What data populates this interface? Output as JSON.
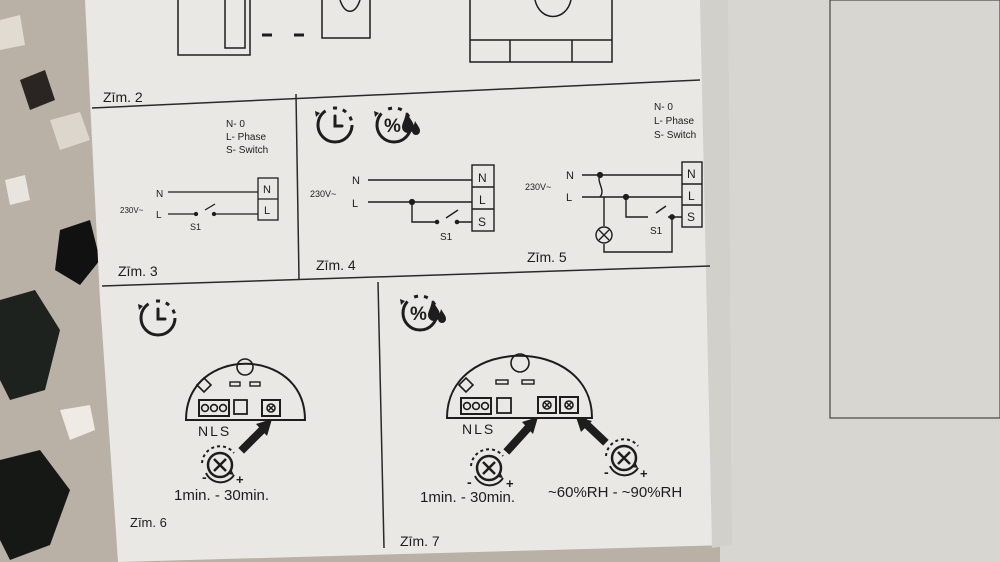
{
  "colors": {
    "paper": "#e9e8e4",
    "ink": "#1d1d1d",
    "stone": "#b9b0a6",
    "shadow": "#a9a59e"
  },
  "figures": {
    "fig2": "Zīm. 2",
    "fig3": "Zīm. 3",
    "fig4": "Zīm. 4",
    "fig5": "Zīm. 5",
    "fig6": "Zīm. 6",
    "fig7": "Zīm. 7"
  },
  "legend": {
    "n": "N- 0",
    "l": "L- Phase",
    "s": "S- Switch"
  },
  "wiring": {
    "voltage": "230V~",
    "n": "N",
    "l": "L",
    "s": "S",
    "switch": "S1"
  },
  "board": {
    "terminals": "NLS",
    "minus": "-",
    "plus": "+"
  },
  "ranges": {
    "fig6_time": "1min.  - 30min.",
    "fig7_time": "1min.  - 30min.",
    "fig7_humidity": "~60%RH - ~90%RH"
  },
  "icons": [
    "timer-icon",
    "humidity-icon",
    "potentiometer-icon",
    "lamp-icon"
  ]
}
